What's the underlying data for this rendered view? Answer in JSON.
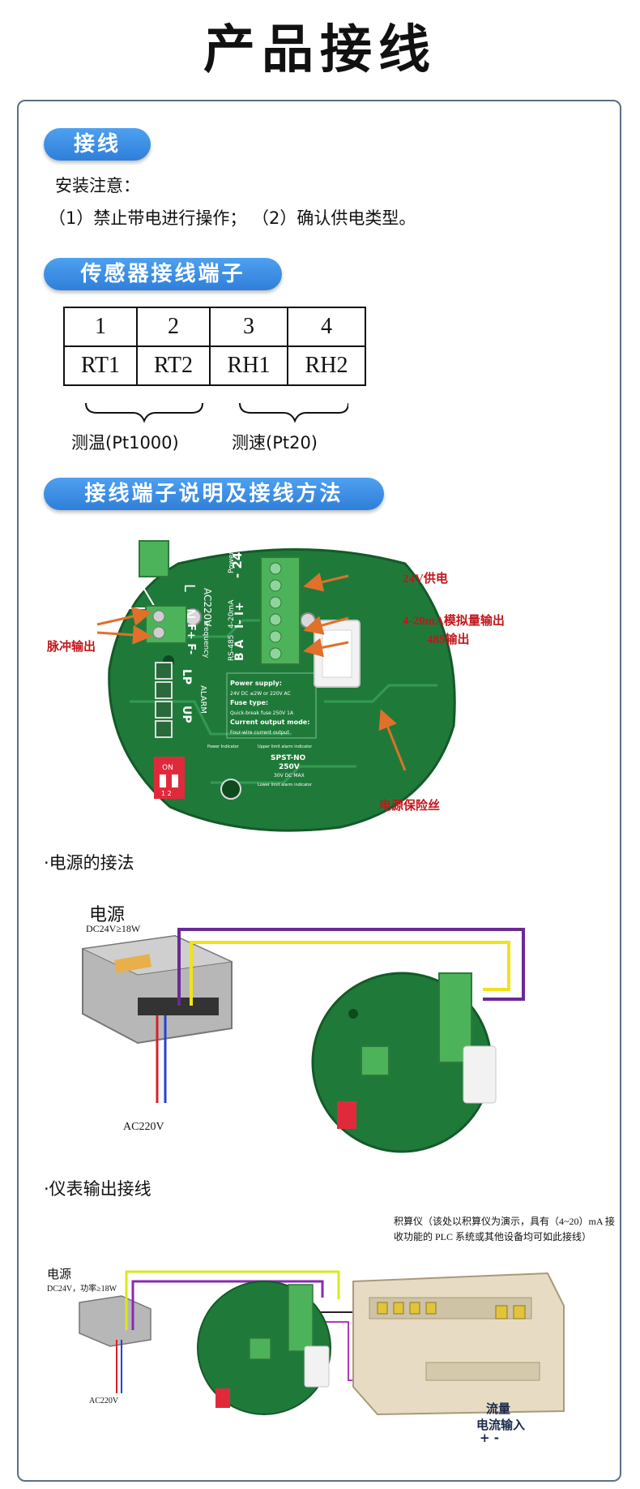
{
  "title": "产品接线",
  "section1": {
    "heading": "接线",
    "note_title": "安装注意：",
    "note_items": "（1）禁止带电进行操作；  （2）确认供电类型。"
  },
  "section2": {
    "heading": "传感器接线端子",
    "table": {
      "numbers": [
        "1",
        "2",
        "3",
        "4"
      ],
      "names": [
        "RT1",
        "RT2",
        "RH1",
        "RH2"
      ]
    },
    "group_temp": "测温(Pt1000)",
    "group_speed": "测速(Pt20)"
  },
  "section3": {
    "heading": "接线端子说明及接线方法",
    "callouts": {
      "power_24v": "24V供电",
      "analog_out": "4-20mA模拟量输出",
      "rs485": "485输出",
      "pulse": "脉冲输出",
      "fuse": "电源保险丝"
    },
    "board": {
      "ac220v": "AC220V",
      "powerdc": "PowerDC",
      "l": "L",
      "n": "N",
      "pins_24": "- 24 +",
      "ma": "4-20mA",
      "i_pins": "I- I+",
      "rs485": "RS-485",
      "ba": "B A",
      "frequency": "Frequency",
      "f_pins": "F+ F-",
      "alarm": "ALARM",
      "lp": "LP",
      "up": "UP",
      "spec1": "Power supply:",
      "spec2": "24V DC ≤2W or 220V AC",
      "spec3": "Fuse type:",
      "spec4": "Quick-break fuse 250V 1A",
      "spec5": "Current output mode:",
      "spec6": "Four-wire current output",
      "relay1": "SPST-NO",
      "relay2": "250V",
      "relay3": "30V DC MAX",
      "upper": "Upper limit alarm indicator",
      "lower": "Lower limit alarm indicator",
      "power_ind": "Power Indicator",
      "dip_on": "ON",
      "dip_nums": "1 2"
    }
  },
  "power_section": {
    "title": "·电源的接法",
    "psu_label": "电源",
    "psu_spec": "DC24V≥18W",
    "ac_label": "AC220V"
  },
  "output_section": {
    "title": "·仪表输出接线",
    "psu_label": "电源",
    "psu_spec": "DC24V，功率≥18W",
    "ac_label": "AC220V",
    "calc_note1": "积算仪（该处以积算仪为演示，具有（4~20）mA 接",
    "calc_note2": "收功能的 PLC 系统或其他设备均可如此接线）",
    "flow_input1": "流量",
    "flow_input2": "电流输入",
    "flow_pm": "+   -"
  },
  "colors": {
    "pill": "#2f7fd9",
    "pcb": "#1f7a3a",
    "connector": "#4cb35a",
    "callout": "#c2161b",
    "arrow": "#e0702a",
    "wire_purple": "#6a2a93",
    "wire_yellow": "#f2e21a"
  }
}
